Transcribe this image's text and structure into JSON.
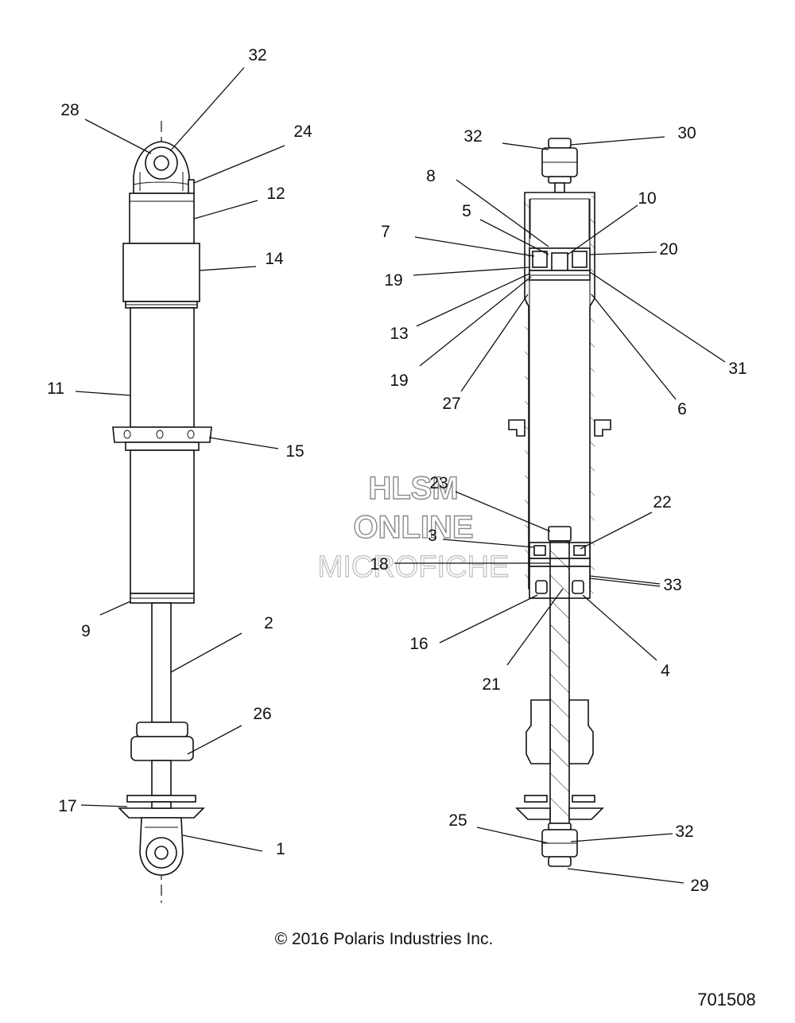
{
  "diagram": {
    "copyright": "© 2016 Polaris Industries Inc.",
    "drawing_number": "701508",
    "watermark": [
      "HLSM",
      "ONLINE",
      "MICROFICHE"
    ],
    "callouts_left": [
      {
        "id": "c-l-32",
        "text": "32"
      },
      {
        "id": "c-l-28",
        "text": "28"
      },
      {
        "id": "c-l-24",
        "text": "24"
      },
      {
        "id": "c-l-12",
        "text": "12"
      },
      {
        "id": "c-l-14",
        "text": "14"
      },
      {
        "id": "c-l-11",
        "text": "11"
      },
      {
        "id": "c-l-15",
        "text": "15"
      },
      {
        "id": "c-l-9",
        "text": "9"
      },
      {
        "id": "c-l-2",
        "text": "2"
      },
      {
        "id": "c-l-26",
        "text": "26"
      },
      {
        "id": "c-l-17",
        "text": "17"
      },
      {
        "id": "c-l-1",
        "text": "1"
      }
    ],
    "callouts_right": [
      {
        "id": "c-r-32a",
        "text": "32"
      },
      {
        "id": "c-r-30",
        "text": "30"
      },
      {
        "id": "c-r-8",
        "text": "8"
      },
      {
        "id": "c-r-10",
        "text": "10"
      },
      {
        "id": "c-r-5",
        "text": "5"
      },
      {
        "id": "c-r-7",
        "text": "7"
      },
      {
        "id": "c-r-20",
        "text": "20"
      },
      {
        "id": "c-r-19a",
        "text": "19"
      },
      {
        "id": "c-r-13",
        "text": "13"
      },
      {
        "id": "c-r-31",
        "text": "31"
      },
      {
        "id": "c-r-19b",
        "text": "19"
      },
      {
        "id": "c-r-27",
        "text": "27"
      },
      {
        "id": "c-r-6",
        "text": "6"
      },
      {
        "id": "c-r-23",
        "text": "23"
      },
      {
        "id": "c-r-22",
        "text": "22"
      },
      {
        "id": "c-r-3",
        "text": "3"
      },
      {
        "id": "c-r-18",
        "text": "18"
      },
      {
        "id": "c-r-33",
        "text": "33"
      },
      {
        "id": "c-r-16",
        "text": "16"
      },
      {
        "id": "c-r-4",
        "text": "4"
      },
      {
        "id": "c-r-21",
        "text": "21"
      },
      {
        "id": "c-r-25",
        "text": "25"
      },
      {
        "id": "c-r-32b",
        "text": "32"
      },
      {
        "id": "c-r-29",
        "text": "29"
      }
    ]
  }
}
